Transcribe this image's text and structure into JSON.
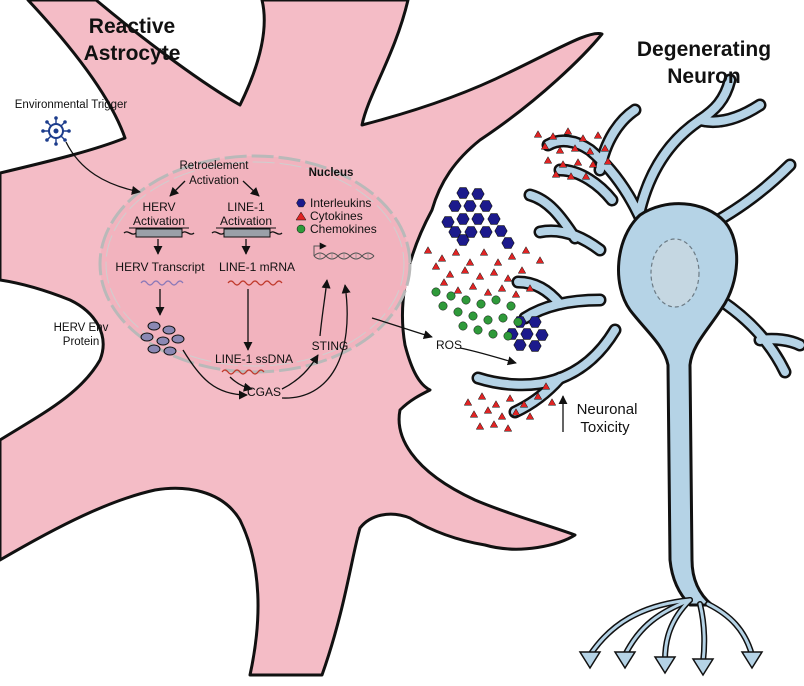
{
  "astrocyte": {
    "title_line1": "Reactive",
    "title_line2": "Astrocyte"
  },
  "neuron": {
    "title_line1": "Degenerating",
    "title_line2": "Neuron"
  },
  "trigger": {
    "label": "Environmental Trigger"
  },
  "pathway": {
    "retroelement_line1": "Retroelement",
    "retroelement_line2": "Activation",
    "nucleus": "Nucleus",
    "herv_line1": "HERV",
    "herv_line2": "Activation",
    "line1_line1": "LINE-1",
    "line1_line2": "Activation",
    "herv_transcript": "HERV Transcript",
    "line1_mrna": "LINE-1 mRNA",
    "herv_env_line1": "HERV Env",
    "herv_env_line2": "Protein",
    "line1_ssdna": "LINE-1 ssDNA",
    "cgas": "CGAS",
    "sting": "STING",
    "ros": "ROS"
  },
  "legend": {
    "items": [
      {
        "label": "Interleukins",
        "shape": "hexagon",
        "color": "#1c1a8c"
      },
      {
        "label": "Cytokines",
        "shape": "triangle",
        "color": "#e02424"
      },
      {
        "label": "Chemokines",
        "shape": "circle",
        "color": "#2f9a3a"
      }
    ]
  },
  "toxicity": {
    "line1": "Neuronal",
    "line2": "Toxicity"
  },
  "colors": {
    "astrocyte_fill": "#f4bcc6",
    "neuron_fill": "#b5d3e6",
    "neuron_nucleus": "#c5d7e2"
  }
}
